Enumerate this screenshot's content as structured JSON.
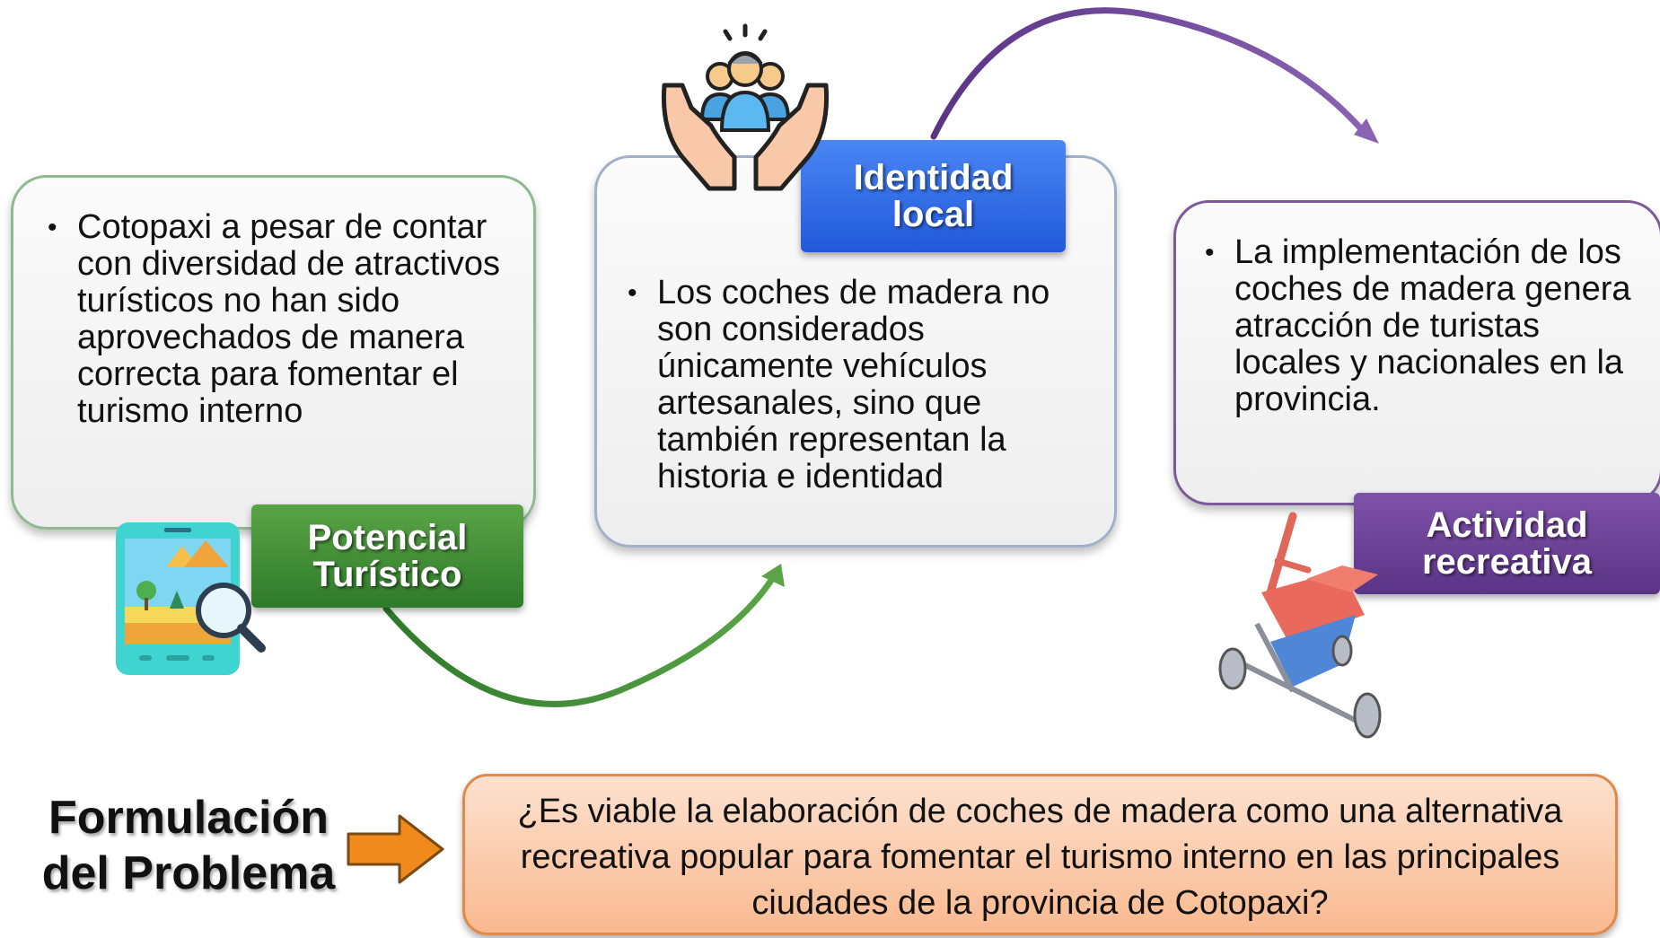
{
  "cards": [
    {
      "tag": "Potencial Turístico",
      "tag_lines": [
        "Potencial",
        "Turístico"
      ],
      "text": "Cotopaxi a  pesar de contar con diversidad de atractivos  turísticos no han sido aprovechados de manera correcta para fomentar el turismo interno",
      "color": "#3b8a33"
    },
    {
      "tag": "Identidad local",
      "tag_lines": [
        "Identidad",
        "local"
      ],
      "text": "Los coches de madera no son considerados únicamente vehículos artesanales, sino que también representan la historia e identidad",
      "color": "#2f6ae8"
    },
    {
      "tag": "Actividad recreativa",
      "tag_lines": [
        "Actividad",
        "recreativa"
      ],
      "text": "La implementación de los coches de madera genera atracción de turistas locales y nacionales en la provincia.",
      "color": "#6a4194"
    }
  ],
  "formulacion": {
    "lines": [
      "Formulación",
      "del Problema"
    ]
  },
  "question": "¿Es viable la elaboración de coches de madera como una alternativa recreativa popular para fomentar el turismo interno en las principales ciudades de la provincia de Cotopaxi?",
  "icons": {
    "card1": "tourism-map-search-icon",
    "card2": "community-hands-icon",
    "card3": "wooden-cart-icon"
  },
  "colors": {
    "green_arrow": "#3b8a33",
    "purple_arrow": "#6a4194",
    "orange_arrow": "#f08a1c"
  }
}
